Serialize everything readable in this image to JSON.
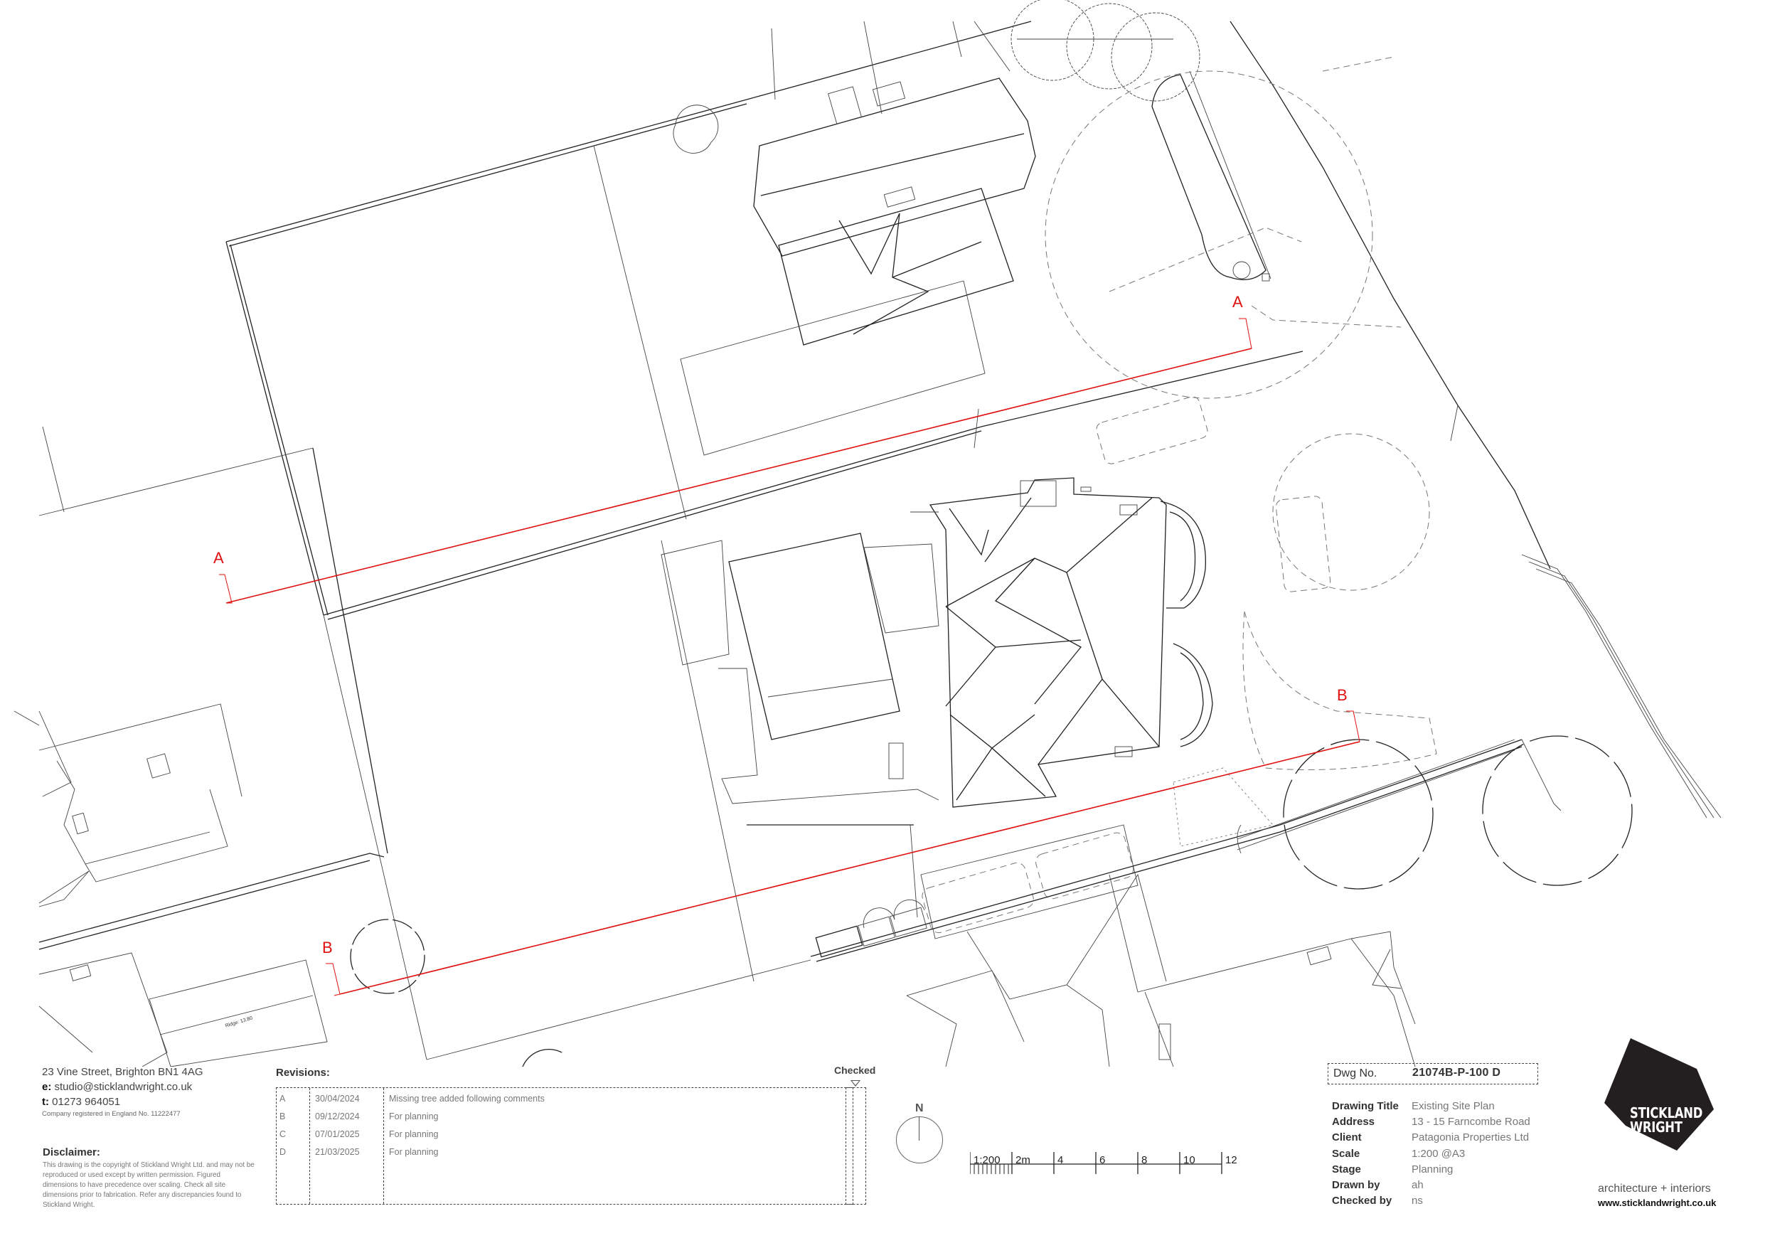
{
  "drawing": {
    "section_markers": [
      {
        "id": "A",
        "label": "A",
        "position": "left"
      },
      {
        "id": "A",
        "label": "A",
        "position": "right"
      },
      {
        "id": "B",
        "label": "B",
        "position": "left"
      },
      {
        "id": "B",
        "label": "B",
        "position": "right"
      }
    ],
    "annotations": {
      "ridge_label": "Ridge: 13.80"
    },
    "colors": {
      "linework": "#222222",
      "section_line": "#e01010"
    }
  },
  "contact": {
    "address": "23 Vine Street, Brighton BN1 4AG",
    "email_prefix": "e:",
    "email": "studio@sticklandwright.co.uk",
    "phone_prefix": "t:",
    "phone": "01273 964051",
    "registration": "Company registered in England No. 11222477"
  },
  "disclaimer": {
    "title": "Disclaimer:",
    "body": "This drawing is the copyright of Stickland Wright Ltd. and may not be reproduced or used except by written permission. Figured dimensions to have precedence over scaling. Check all site dimensions prior to fabrication. Refer any discrepancies found to Stickland Wright."
  },
  "revisions": {
    "title": "Revisions:",
    "checked_label": "Checked",
    "rows": [
      {
        "rev": "A",
        "date": "30/04/2024",
        "description": "Missing tree added following comments"
      },
      {
        "rev": "B",
        "date": "09/12/2024",
        "description": "For planning"
      },
      {
        "rev": "C",
        "date": "07/01/2025",
        "description": "For planning"
      },
      {
        "rev": "D",
        "date": "21/03/2025",
        "description": "For planning"
      }
    ]
  },
  "north_arrow": {
    "label": "N"
  },
  "scale_bar": {
    "ratio_label": "1:200",
    "ticks": [
      "2m",
      "4",
      "6",
      "8",
      "10",
      "12"
    ]
  },
  "title_block": {
    "dwg_no_label": "Dwg No.",
    "dwg_no": "21074B-P-100  D",
    "fields": [
      {
        "key": "Drawing Title",
        "value": "Existing Site Plan"
      },
      {
        "key": "Address",
        "value": "13 - 15 Farncombe Road"
      },
      {
        "key": "Client",
        "value": "Patagonia Properties Ltd"
      },
      {
        "key": "Scale",
        "value": "1:200 @A3"
      },
      {
        "key": "Stage",
        "value": "Planning"
      },
      {
        "key": "Drawn by",
        "value": "ah"
      },
      {
        "key": "Checked by",
        "value": "ns"
      }
    ]
  },
  "brand": {
    "logo_line1": "STICKLAND",
    "logo_line2": "WRIGHT",
    "tagline": "architecture + interiors",
    "website": "www.sticklandwright.co.uk",
    "logo_color": "#231f20"
  }
}
